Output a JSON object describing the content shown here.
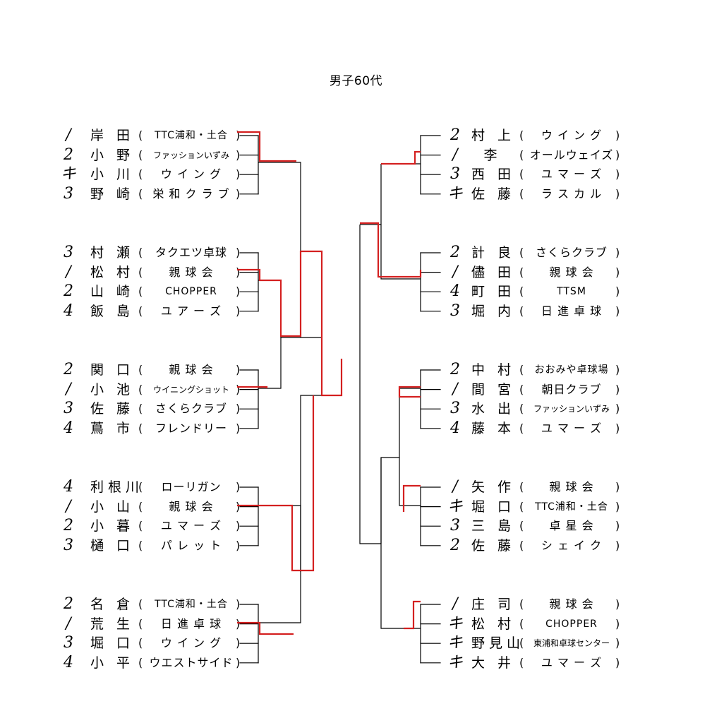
{
  "title": "男子60代",
  "left": [
    [
      {
        "mark": "/",
        "name": "岸 田",
        "club": "TTC浦和・土合",
        "size": "mid"
      },
      {
        "mark": "2",
        "name": "小 野",
        "club": "ファッションいずみ",
        "size": "small"
      },
      {
        "mark": "キ",
        "name": "小 川",
        "club": "ウ イ ン グ",
        "size": "normal"
      },
      {
        "mark": "3",
        "name": "野 崎",
        "club": "栄 和 ク ラ ブ",
        "size": "normal"
      }
    ],
    [
      {
        "mark": "3",
        "name": "村 瀬",
        "club": "タクエツ卓球",
        "size": "normal"
      },
      {
        "mark": "/",
        "name": "松 村",
        "club": "親 球 会",
        "size": "normal"
      },
      {
        "mark": "2",
        "name": "山 崎",
        "club": "CHOPPER",
        "size": "mid"
      },
      {
        "mark": "4",
        "name": "飯 島",
        "club": "ユ ア ー ズ",
        "size": "normal"
      }
    ],
    [
      {
        "mark": "2",
        "name": "関 口",
        "club": "親 球 会",
        "size": "normal"
      },
      {
        "mark": "/",
        "name": "小 池",
        "club": "ウイニングショット",
        "size": "small"
      },
      {
        "mark": "3",
        "name": "佐 藤",
        "club": "さくらクラブ",
        "size": "normal"
      },
      {
        "mark": "4",
        "name": "蔦 市",
        "club": "フレンドリー",
        "size": "normal"
      }
    ],
    [
      {
        "mark": "4",
        "name": "利根川",
        "club": "ローリガン",
        "size": "normal"
      },
      {
        "mark": "/",
        "name": "小 山",
        "club": "親 球 会",
        "size": "normal"
      },
      {
        "mark": "2",
        "name": "小 暮",
        "club": "ユ マ ー ズ",
        "size": "normal"
      },
      {
        "mark": "3",
        "name": "樋 口",
        "club": "パ レ ッ ト",
        "size": "normal"
      }
    ],
    [
      {
        "mark": "2",
        "name": "名 倉",
        "club": "TTC浦和・土合",
        "size": "mid"
      },
      {
        "mark": "/",
        "name": "荒 生",
        "club": "日 進 卓 球",
        "size": "normal"
      },
      {
        "mark": "3",
        "name": "堀 口",
        "club": "ウ イ ン グ",
        "size": "normal"
      },
      {
        "mark": "4",
        "name": "小 平",
        "club": "ウエストサイド",
        "size": "normal"
      }
    ]
  ],
  "right": [
    [
      {
        "mark": "2",
        "name": "村 上",
        "club": "ウ イ ン グ",
        "size": "normal"
      },
      {
        "mark": "/",
        "name": "李",
        "club": "オールウェイズ",
        "size": "normal"
      },
      {
        "mark": "3",
        "name": "西 田",
        "club": "ユ マ ー ズ",
        "size": "normal"
      },
      {
        "mark": "キ",
        "name": "佐 藤",
        "club": "ラ ス カ ル",
        "size": "normal"
      }
    ],
    [
      {
        "mark": "2",
        "name": "計 良",
        "club": "さくらクラブ",
        "size": "normal"
      },
      {
        "mark": "/",
        "name": "儘 田",
        "club": "親 球 会",
        "size": "normal"
      },
      {
        "mark": "4",
        "name": "町 田",
        "club": "TTSM",
        "size": "mid"
      },
      {
        "mark": "3",
        "name": "堀 内",
        "club": "日 進 卓 球",
        "size": "normal"
      }
    ],
    [
      {
        "mark": "2",
        "name": "中 村",
        "club": "おおみや卓球場",
        "size": "mid"
      },
      {
        "mark": "/",
        "name": "間 宮",
        "club": "朝日クラブ",
        "size": "normal"
      },
      {
        "mark": "3",
        "name": "水 出",
        "club": "ファッションいずみ",
        "size": "small"
      },
      {
        "mark": "4",
        "name": "藤 本",
        "club": "ユ マ ー ズ",
        "size": "normal"
      }
    ],
    [
      {
        "mark": "/",
        "name": "矢 作",
        "club": "親 球 会",
        "size": "normal"
      },
      {
        "mark": "キ",
        "name": "堀 口",
        "club": "TTC浦和・土合",
        "size": "mid"
      },
      {
        "mark": "3",
        "name": "三 島",
        "club": "卓 星 会",
        "size": "normal"
      },
      {
        "mark": "2",
        "name": "佐 藤",
        "club": "シ ェ イ ク",
        "size": "normal"
      }
    ],
    [
      {
        "mark": "/",
        "name": "庄 司",
        "club": "親 球 会",
        "size": "normal"
      },
      {
        "mark": "キ",
        "name": "松 村",
        "club": "CHOPPER",
        "size": "mid"
      },
      {
        "mark": "キ",
        "name": "野見山",
        "club": "東浦和卓球センター",
        "size": "small"
      },
      {
        "mark": "キ",
        "name": "大 井",
        "club": "ユ マ ー ズ",
        "size": "normal"
      }
    ]
  ],
  "colors": {
    "line": "#000000",
    "winner": "#d42020"
  }
}
